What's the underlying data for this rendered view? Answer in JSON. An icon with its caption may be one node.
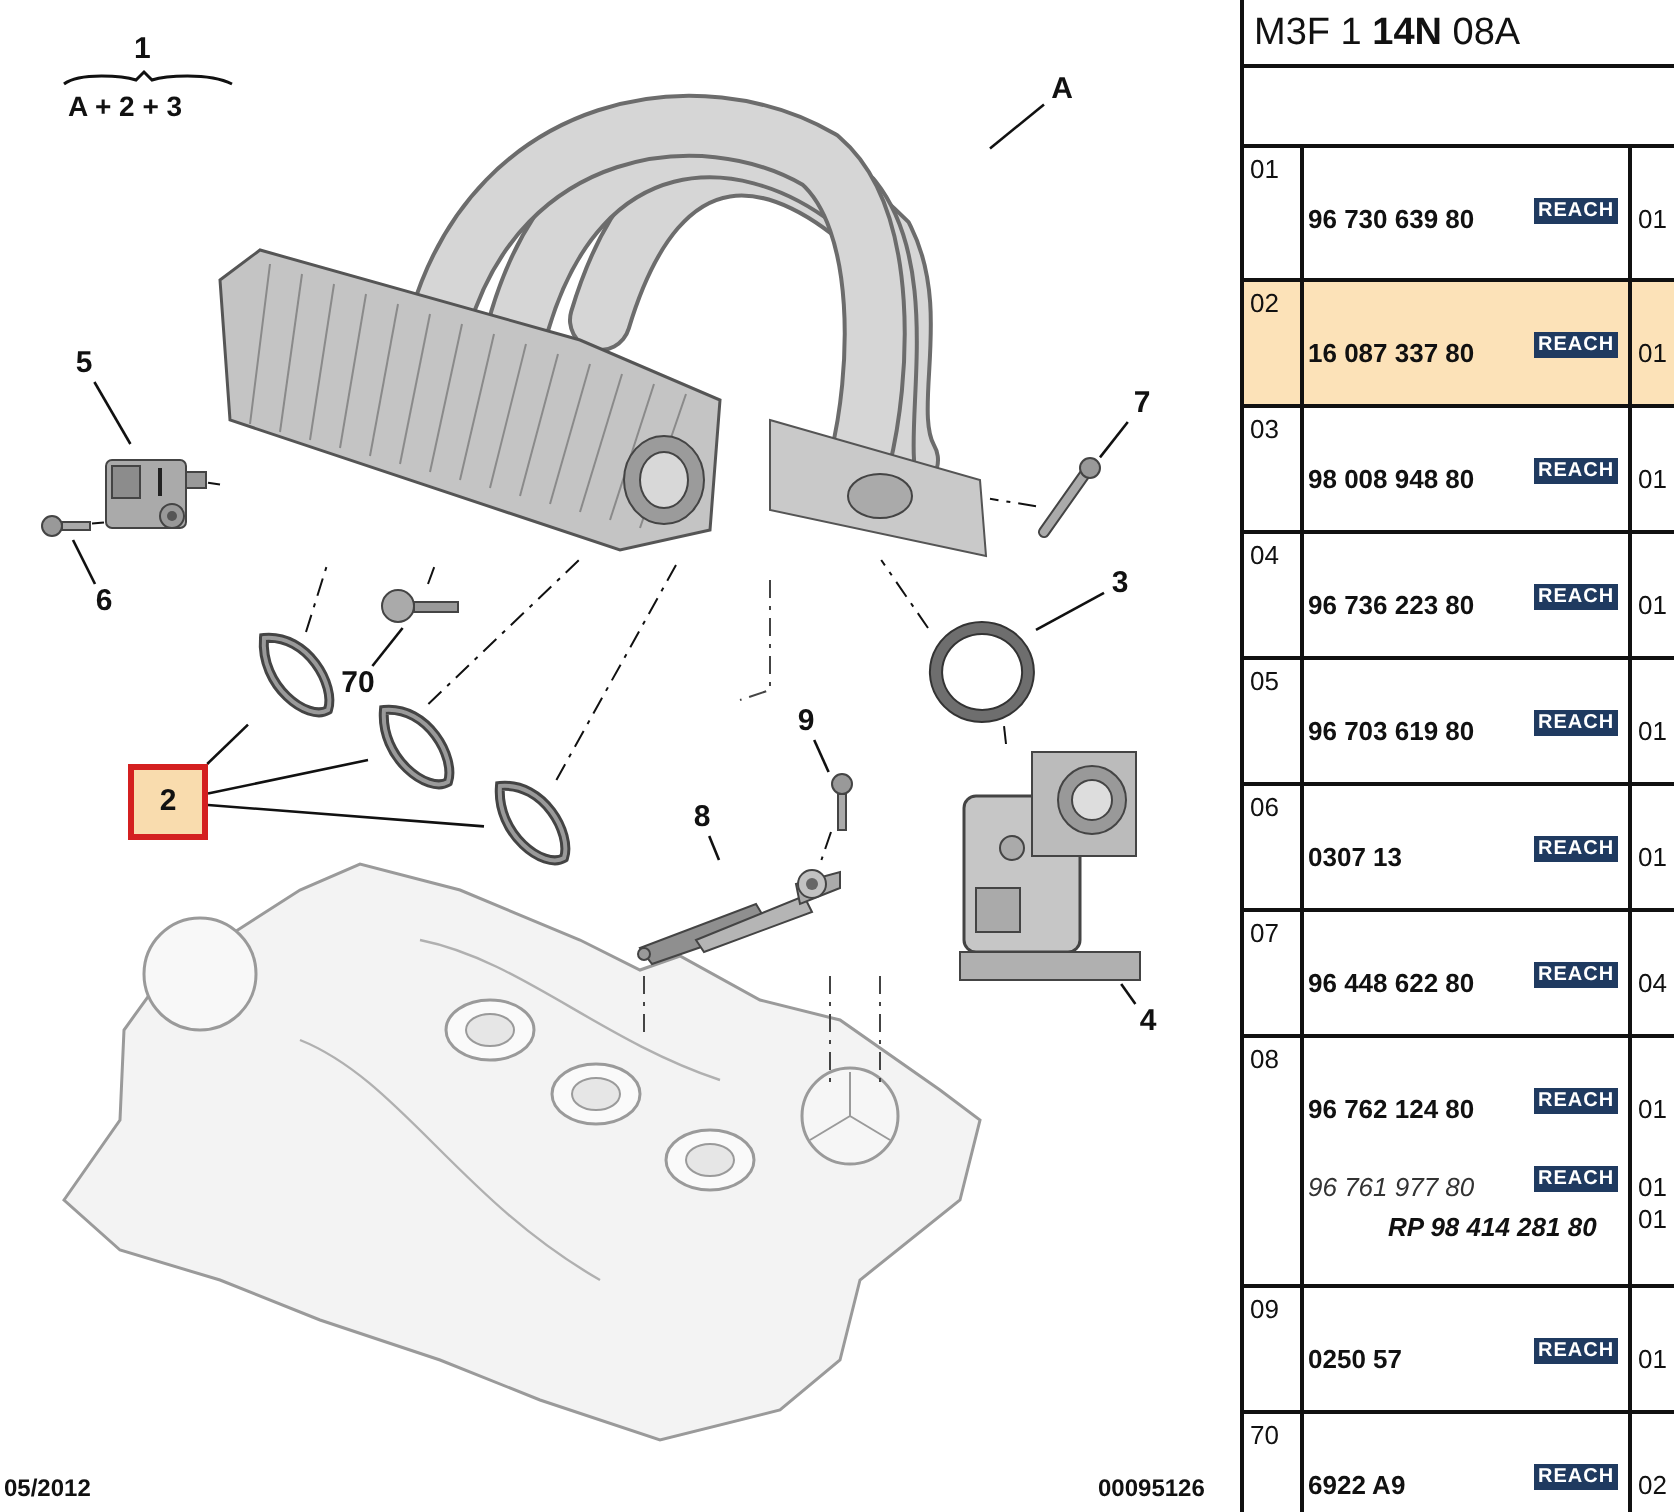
{
  "diagram": {
    "nodes": [
      {
        "text": [
          "A"
        ]
      },
      {
        "text": [],
        "shape": "picture"
      },
      {
        "text": [
          "5"
        ]
      },
      {
        "text": [],
        "shape": "picture"
      },
      {
        "text": [
          "6"
        ]
      },
      {
        "text": [],
        "shape": "picture"
      },
      {
        "text": [
          "70"
        ]
      },
      {
        "text": [],
        "shape": "picture"
      },
      {
        "text": [
          "7"
        ]
      },
      {
        "text": [],
        "shape": "picture"
      },
      {
        "text": [
          "3"
        ]
      },
      {
        "text": [],
        "shape": "picture"
      },
      {
        "text": [
          "2"
        ]
      },
      {
        "text": [],
        "shape": "picture"
      },
      {
        "text": [],
        "shape": "picture"
      },
      {
        "text": [],
        "shape": "picture"
      },
      {
        "text": [
          "9"
        ]
      },
      {
        "text": [],
        "shape": "picture"
      },
      {
        "text": [
          "8"
        ]
      },
      {
        "text": [],
        "shape": "picture"
      },
      {
        "text": [
          "4"
        ]
      },
      {
        "text": [],
        "shape": "picture"
      }
    ],
    "edges": [
      {
        "from": 0,
        "to": 1,
        "arrow": "none"
      },
      {
        "from": 2,
        "to": 3,
        "arrow": "none"
      },
      {
        "from": 4,
        "to": 5,
        "arrow": "none"
      },
      {
        "from": 6,
        "to": 7,
        "arrow": "none"
      },
      {
        "from": 8,
        "to": 9,
        "arrow": "none"
      },
      {
        "from": 10,
        "to": 11,
        "arrow": "none"
      },
      {
        "from": 12,
        "to": 13,
        "arrow": "none"
      },
      {
        "from": 12,
        "to": 14,
        "arrow": "none"
      },
      {
        "from": 12,
        "to": 15,
        "arrow": "none"
      },
      {
        "from": 16,
        "to": 17,
        "arrow": "none"
      },
      {
        "from": 18,
        "to": 19,
        "arrow": "none"
      },
      {
        "from": 20,
        "to": 21,
        "arrow": "none"
      },
      {
        "from": 3,
        "to": 1,
        "arrow": "none",
        "style": "dashed"
      },
      {
        "from": 5,
        "to": 3,
        "arrow": "none",
        "style": "dashed"
      },
      {
        "from": 7,
        "to": 1,
        "arrow": "none",
        "style": "dashed"
      },
      {
        "from": 13,
        "to": 1,
        "arrow": "none",
        "style": "dashed"
      },
      {
        "from": 14,
        "to": 1,
        "arrow": "none",
        "style": "dashed"
      },
      {
        "from": 15,
        "to": 1,
        "arrow": "none",
        "style": "dashed"
      },
      {
        "from": 9,
        "to": 1,
        "arrow": "none",
        "style": "dashed"
      },
      {
        "from": 11,
        "to": 1,
        "arrow": "none",
        "style": "dashed"
      },
      {
        "from": 21,
        "to": 11,
        "arrow": "none",
        "style": "dashed"
      },
      {
        "from": 17,
        "to": 19,
        "arrow": "none",
        "style": "dashed"
      }
    ],
    "labels": [
      "1",
      "A + 2 + 3",
      "05/2012",
      "00095126",
      "M3F 1 **14N** 08A",
      "01",
      "96 730 639 80",
      "REACH",
      "01",
      "02",
      "16 087 337 80",
      "REACH",
      "01",
      "03",
      "98 008 948 80",
      "REACH",
      "01",
      "04",
      "96 736 223 80",
      "REACH",
      "01",
      "05",
      "96 703 619 80",
      "REACH",
      "01",
      "06",
      "0307 13",
      "REACH",
      "01",
      "07",
      "96 448 622 80",
      "REACH",
      "04",
      "08",
      "96 762 124 80",
      "REACH",
      "01",
      "96 761 977 80",
      "REACH",
      "01",
      "RP 98 414 281 80",
      "01",
      "09",
      "0250 57",
      "REACH",
      "01",
      "70",
      "6922 A9",
      "REACH",
      "02"
    ]
  }
}
